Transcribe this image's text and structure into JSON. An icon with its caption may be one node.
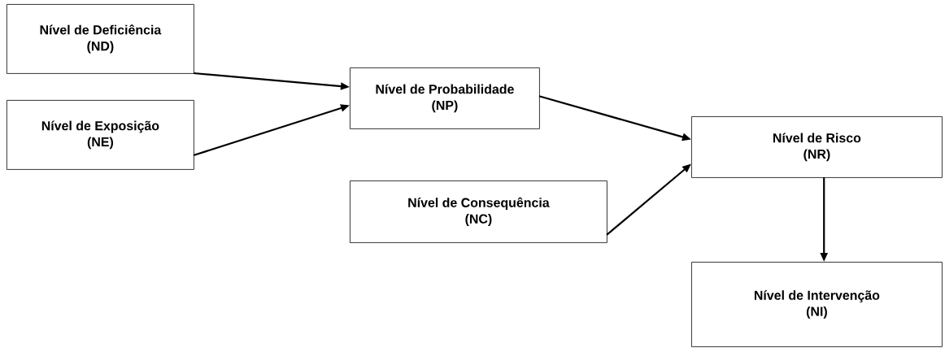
{
  "diagram": {
    "nodes": [
      {
        "text": [
          "Nível de Deficiência",
          "(ND)"
        ]
      },
      {
        "text": [
          "Nível de Exposição",
          "(NE)"
        ]
      },
      {
        "text": [
          "Nível de Probabilidade",
          "(NP)"
        ]
      },
      {
        "text": [
          "Nível de Consequência",
          "(NC)"
        ]
      },
      {
        "text": [
          "Nível de Risco",
          "(NR)"
        ]
      },
      {
        "text": [
          "Nível de Intervenção",
          "(NI)"
        ]
      }
    ],
    "edges": [
      {
        "from": 0,
        "to": 2,
        "arrow": "to"
      },
      {
        "from": 1,
        "to": 2,
        "arrow": "to"
      },
      {
        "from": 2,
        "to": 4,
        "arrow": "to"
      },
      {
        "from": 3,
        "to": 4,
        "arrow": "to"
      },
      {
        "from": 4,
        "to": 5,
        "arrow": "to"
      }
    ]
  }
}
